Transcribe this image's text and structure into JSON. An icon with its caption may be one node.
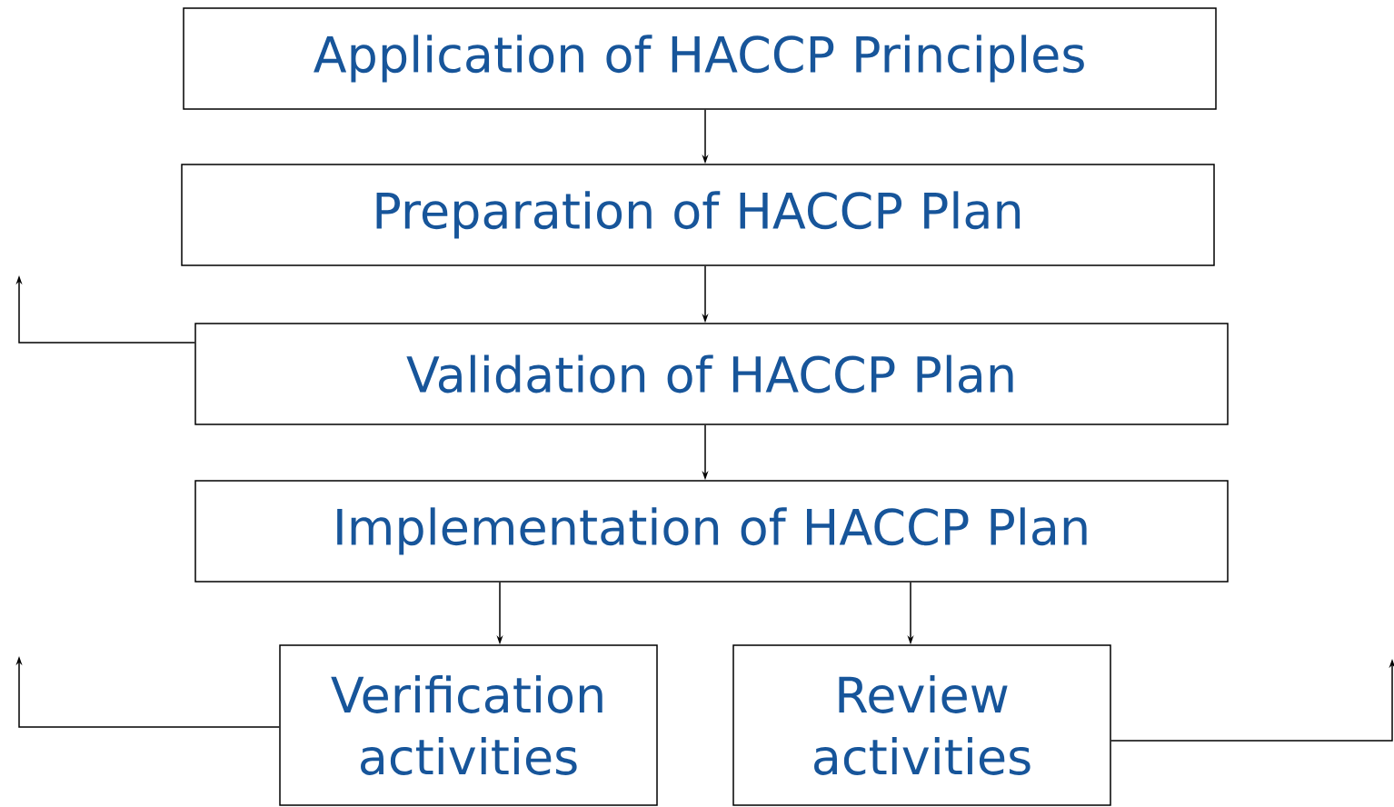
{
  "diagram": {
    "nodes": [
      {
        "text": [
          "Application of HACCP Principles"
        ]
      },
      {
        "text": [
          "Preparation of HACCP Plan"
        ]
      },
      {
        "text": [
          "Validation of HACCP Plan"
        ]
      },
      {
        "text": [
          "Implementation of HACCP Plan"
        ]
      },
      {
        "text": [
          "Verification activities"
        ]
      },
      {
        "text": [
          "Review activities"
        ]
      }
    ],
    "edges": [
      {
        "from": 0,
        "to": 1,
        "arrow": "to"
      },
      {
        "from": 1,
        "to": 2,
        "arrow": "to"
      },
      {
        "from": 2,
        "to": 3,
        "arrow": "to"
      },
      {
        "from": 3,
        "to": 4,
        "arrow": "to"
      },
      {
        "from": 3,
        "to": 5,
        "arrow": "to"
      },
      {
        "from": 2,
        "to": null,
        "arrow": "to"
      },
      {
        "from": 4,
        "to": null,
        "arrow": "to"
      },
      {
        "from": 5,
        "to": null,
        "arrow": "to"
      }
    ]
  }
}
